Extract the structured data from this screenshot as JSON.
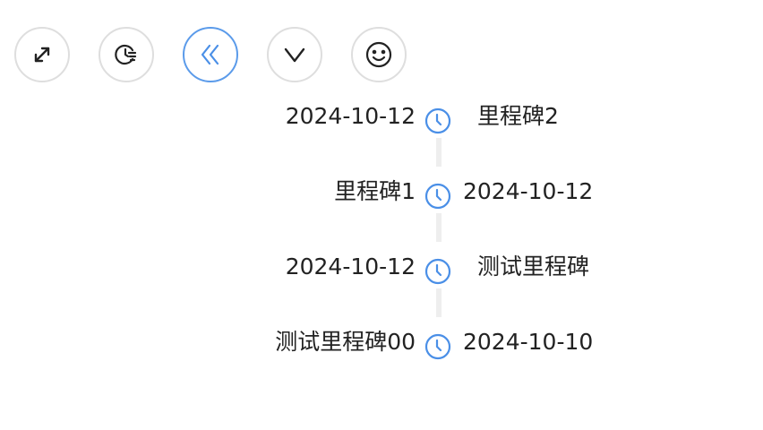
{
  "toolbar": {
    "buttons": [
      {
        "icon": "expand-arrows-icon",
        "active": false
      },
      {
        "icon": "clock-fast-icon",
        "active": false
      },
      {
        "icon": "double-chevron-left-icon",
        "active": true
      },
      {
        "icon": "chevron-down-icon",
        "active": false
      },
      {
        "icon": "smile-icon",
        "active": false
      }
    ]
  },
  "timeline": {
    "items": [
      {
        "left": "2024-10-12",
        "right": "里程碑2"
      },
      {
        "left": "里程碑1",
        "right": "2024-10-12"
      },
      {
        "left": "2024-10-12",
        "right": "测试里程碑"
      },
      {
        "left": "测试里程碑00",
        "right": "2024-10-10"
      }
    ],
    "dot_icon": "clock-icon"
  },
  "colors": {
    "accent": "#4a8fe7",
    "border": "#dedede",
    "line": "#eeeeee",
    "text": "#222222"
  }
}
